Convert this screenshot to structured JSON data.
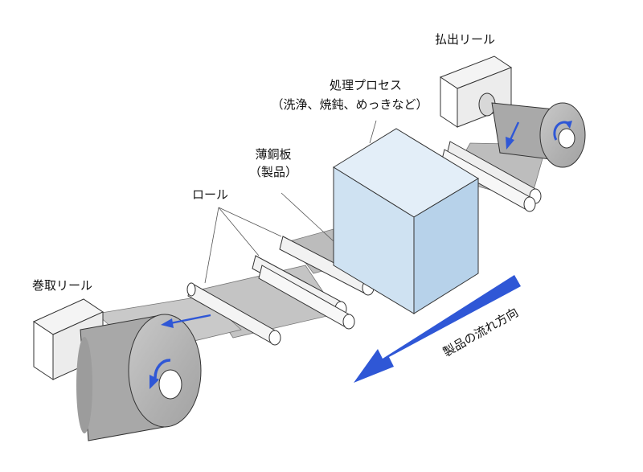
{
  "labels": {
    "unwind_reel": "払出リール",
    "process_line1": "処理プロセス",
    "process_line2": "（洗浄、焼鈍、めっきなど）",
    "sheet_line1": "薄銅板",
    "sheet_line2": "（製品）",
    "rolls": "ロール",
    "rewind_reel": "巻取リール",
    "flow_direction": "製品の流れ方向"
  },
  "colors": {
    "process_box_front": "#cfe2f2",
    "process_box_top": "#e3eef8",
    "process_box_side": "#b7d2ea",
    "sheet": "#c4c4c4",
    "roll_body": "#b3b3b3",
    "arrow_blue": "#2f57d6",
    "outline": "#333333"
  }
}
